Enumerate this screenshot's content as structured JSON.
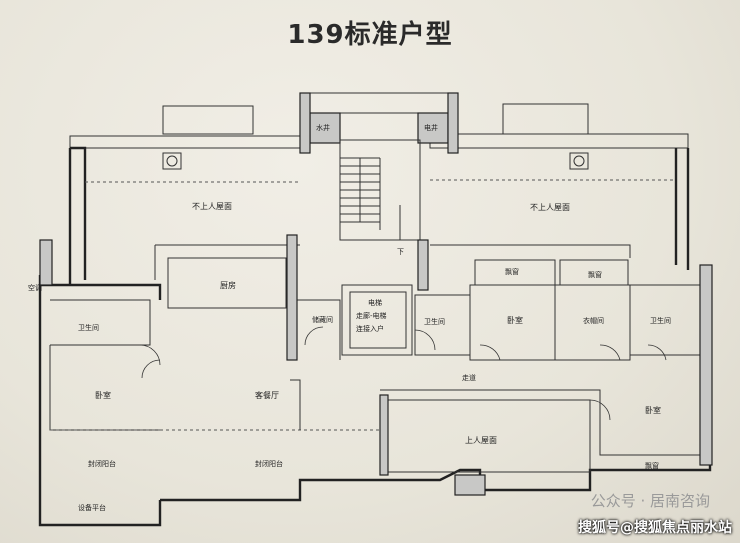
{
  "title": "139标准户型",
  "rooms": {
    "roof_left": "不上人屋面",
    "roof_right": "不上人屋面",
    "kitchen": "厨房",
    "bath_left": "卫生间",
    "bath_mid": "卫生间",
    "bath_right": "卫生间",
    "storage": "储藏间",
    "bedroom_left": "卧室",
    "bedroom_mid": "卧室",
    "cloak": "衣帽间",
    "bedroom_right": "卧室",
    "living": "客餐厅",
    "corridor": "走道",
    "terrace": "上人屋面",
    "window_1": "飘窗",
    "window_2": "飘窗",
    "window_3": "飘窗",
    "balcony_left": "封闭阳台",
    "balcony_mid": "封闭阳台",
    "platform": "设备平台",
    "ac_left": "空调",
    "water_well": "水井",
    "elec_well": "电井",
    "down_arrow": "下",
    "elevator_line1": "电梯",
    "elevator_line2": "走廊-电梯",
    "elevator_line3": "连接入户"
  },
  "watermark": "公众号 · 居南咨询",
  "watermark_source": "搜狐号@搜狐焦点丽水站"
}
